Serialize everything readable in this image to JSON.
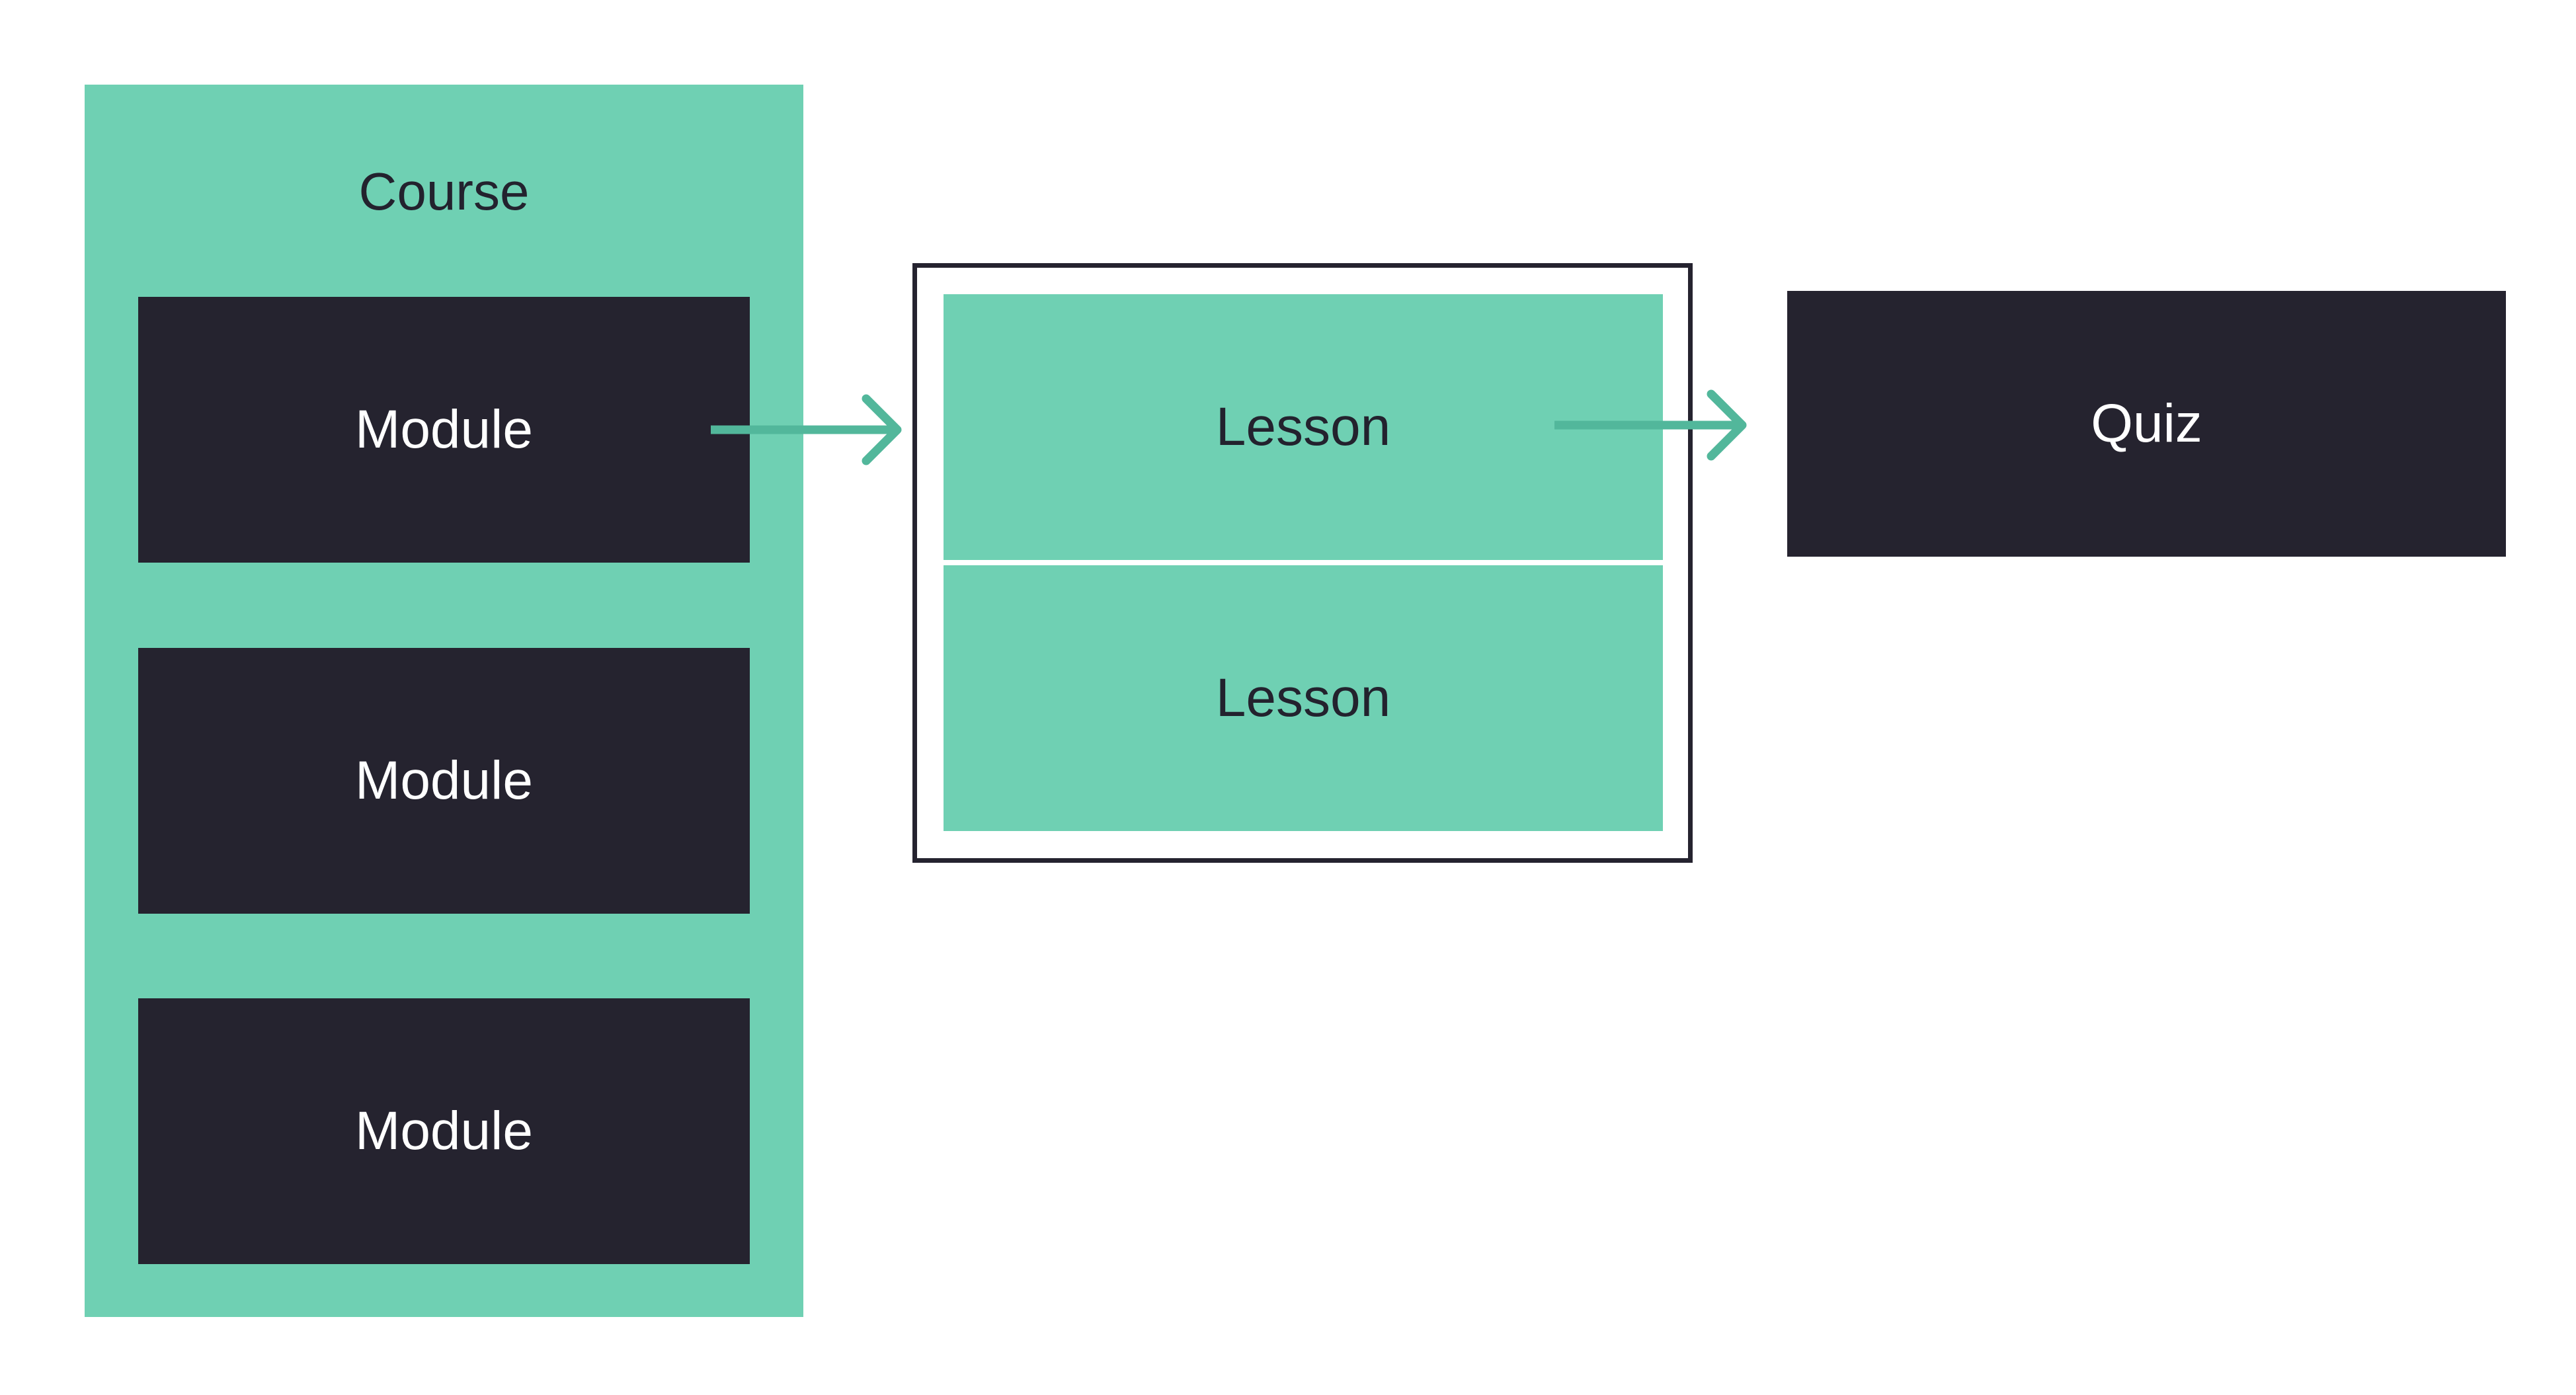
{
  "course": {
    "title": "Course",
    "modules": [
      "Module",
      "Module",
      "Module"
    ]
  },
  "lessons": [
    "Lesson",
    "Lesson"
  ],
  "quiz": {
    "label": "Quiz"
  },
  "colors": {
    "teal": "#6fd0b3",
    "dark": "#25232f",
    "arrow": "#52b79b",
    "background": "#ffffff"
  },
  "icons": [
    "arrow-right-icon",
    "arrow-right-icon"
  ]
}
